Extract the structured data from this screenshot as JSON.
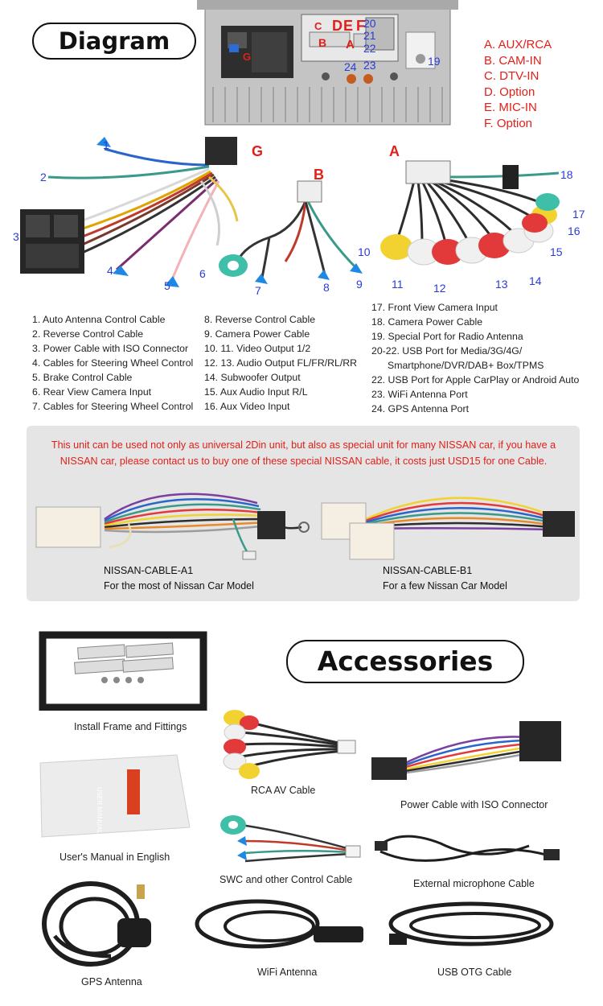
{
  "headings": {
    "diagram": "Diagram",
    "accessories": "Accessories"
  },
  "unit_labels": {
    "c": "C",
    "d": "D",
    "e": "E",
    "f": "F",
    "b": "B",
    "a": "A",
    "g": "G",
    "n20": "20",
    "n21": "21",
    "n22": "22",
    "n24": "24",
    "n23": "23",
    "n19": "19"
  },
  "port_legend": [
    "A. AUX/RCA",
    "B. CAM-IN",
    "C. DTV-IN",
    "D. Option",
    "E. MIC-IN",
    "F. Option"
  ],
  "cable_group_labels": {
    "g": "G",
    "b": "B",
    "a": "A"
  },
  "cable_numbers": {
    "n1": "1",
    "n2": "2",
    "n3": "3",
    "n4": "4",
    "n5": "5",
    "n6": "6",
    "n7": "7",
    "n8": "8",
    "n9": "9",
    "n10": "10",
    "n11": "11",
    "n12": "12",
    "n13": "13",
    "n14": "14",
    "n15": "15",
    "n16": "16",
    "n17": "17",
    "n18": "18"
  },
  "list_col1": [
    "1. Auto Antenna Control Cable",
    "2. Reverse Control Cable",
    "3. Power Cable with ISO Connector",
    "4. Cables for Steering Wheel Control",
    "5. Brake Control Cable",
    "6. Rear View Camera Input",
    "7. Cables for Steering Wheel Control"
  ],
  "list_col2": [
    "8. Reverse Control Cable",
    "9. Camera Power Cable",
    "10. 11. Video Output 1/2",
    "12. 13. Audio Output FL/FR/RL/RR",
    "14. Subwoofer Output",
    "15. Aux Audio Input R/L",
    "16. Aux Video Input"
  ],
  "list_col3": [
    "17. Front View Camera Input",
    "18. Camera Power Cable",
    "19. Special Port for Radio Antenna",
    "20-22. USB Port for Media/3G/4G/",
    "Smartphone/DVR/DAB+ Box/TPMS",
    "22. USB Port  for Apple CarPlay or  Android Auto",
    "23. WiFi Antenna Port",
    "24. GPS Antenna Port"
  ],
  "notice": "This unit can be used not only as universal 2Din unit, but also as special unit for many NISSAN car, if you have a NISSAN car, please contact us to buy one of these special NISSAN cable, it costs just USD15 for one Cable.",
  "nissan": {
    "a1_name": "NISSAN-CABLE-A1",
    "a1_desc": "For the most of Nissan Car Model",
    "b1_name": "NISSAN-CABLE-B1",
    "b1_desc": "For a few Nissan Car Model"
  },
  "manual_spine": "USER MANUAL",
  "accessories": {
    "frame": "Install Frame and Fittings",
    "rca": "RCA AV Cable",
    "power": "Power Cable with ISO Connector",
    "manual": "User's Manual in English",
    "swc": "SWC and other Control Cable",
    "mic": "External microphone Cable",
    "gps": "GPS Antenna",
    "wifi": "WiFi Antenna",
    "otg": "USB OTG Cable"
  }
}
